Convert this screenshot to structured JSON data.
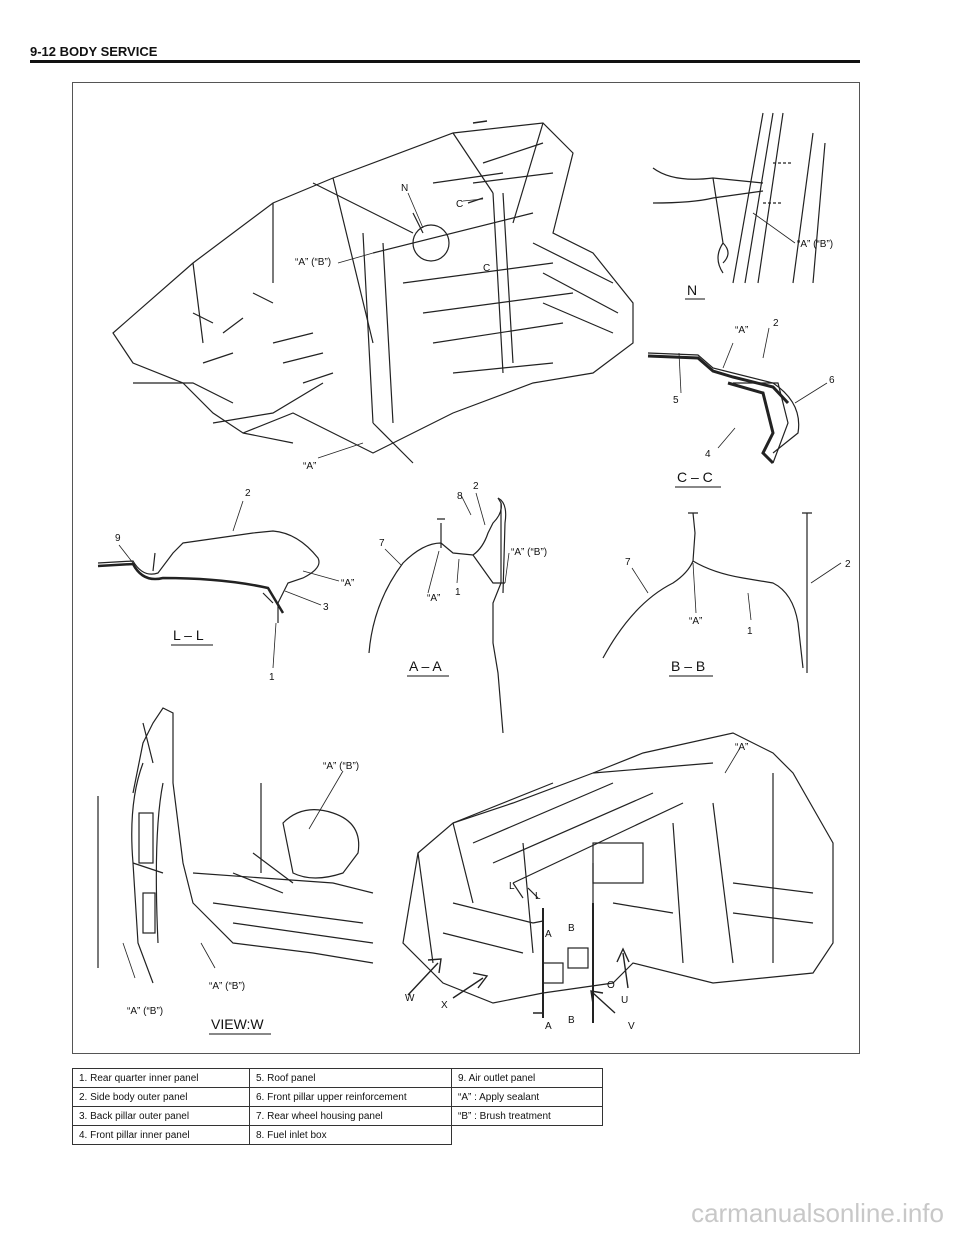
{
  "header": {
    "title": "9-12 BODY SERVICE"
  },
  "labels": {
    "N": "N",
    "C": "C",
    "A": "A",
    "B": "B",
    "L": "L",
    "U": "U",
    "V": "V",
    "W": "W",
    "X": "X",
    "n1": "1",
    "n2": "2",
    "n3": "3",
    "n4": "4",
    "n5": "5",
    "n6": "6",
    "n7": "7",
    "n8": "8",
    "n9": "9",
    "a": "“A”",
    "ab": "“A” (“B”)"
  },
  "sections": {
    "n": "N",
    "cc": "C – C",
    "ll": "L – L",
    "aa": "A – A",
    "bb": "B – B",
    "vieww": "VIEW:W"
  },
  "legend": {
    "rows": [
      [
        "1.   Rear quarter inner panel",
        "5.   Roof panel",
        "9.   Air outlet panel"
      ],
      [
        "2.   Side body outer panel",
        "6.   Front pillar upper reinforcement",
        "“A” :   Apply sealant"
      ],
      [
        "3.   Back pillar outer panel",
        "7.   Rear wheel housing panel",
        "“B” :   Brush treatment"
      ],
      [
        "4.   Front pillar inner panel",
        "8.   Fuel inlet box",
        ""
      ]
    ]
  },
  "watermark": "carmanualsonline.info"
}
